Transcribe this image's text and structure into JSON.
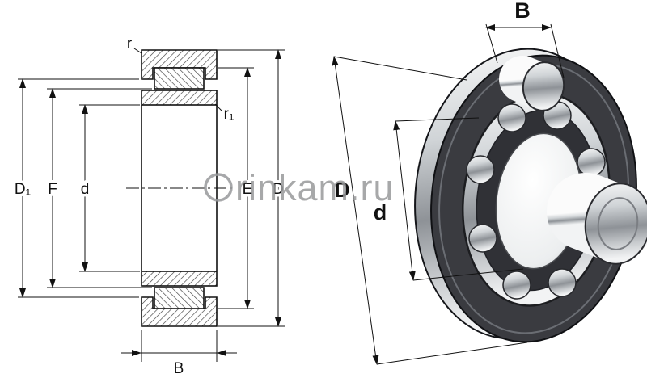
{
  "watermark": {
    "text": "rinkam.ru",
    "color": "#98999b"
  },
  "colors": {
    "line": "#111111",
    "ring_face": "#3a3b40"
  },
  "section": {
    "labels": {
      "d1": "D₁",
      "f": "F",
      "d": "d",
      "e": "E",
      "big_d": "D",
      "r": "r",
      "r1": "r₁",
      "b": "B"
    }
  },
  "perspective": {
    "labels": {
      "b": "B",
      "big_d": "D",
      "d": "d"
    }
  }
}
